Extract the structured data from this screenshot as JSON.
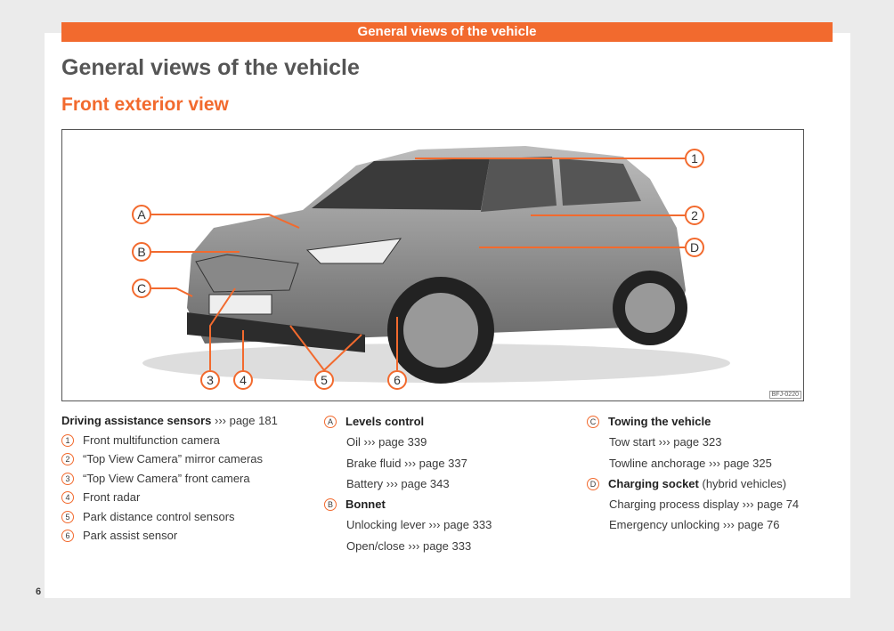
{
  "header": {
    "bar_title": "General views of the vehicle",
    "title": "General views of the vehicle",
    "subtitle": "Front exterior view"
  },
  "figure": {
    "code": "BFJ-0220",
    "callouts": [
      "1",
      "2",
      "D",
      "A",
      "B",
      "C",
      "3",
      "4",
      "5",
      "6"
    ]
  },
  "col1": {
    "heading": "Driving assistance sensors",
    "heading_ref": "››› page 181",
    "items": [
      {
        "n": "1",
        "t": "Front multifunction camera"
      },
      {
        "n": "2",
        "t": "“Top View Camera” mirror cameras"
      },
      {
        "n": "3",
        "t": "“Top View Camera” front camera"
      },
      {
        "n": "4",
        "t": "Front radar"
      },
      {
        "n": "5",
        "t": "Park distance control sensors"
      },
      {
        "n": "6",
        "t": "Park assist sensor"
      }
    ]
  },
  "col2": {
    "a": {
      "n": "A",
      "t": "Levels control",
      "items": [
        "Oil ››› page 339",
        "Brake fluid ››› page 337",
        "Battery ››› page 343"
      ]
    },
    "b": {
      "n": "B",
      "t": "Bonnet",
      "items": [
        "Unlocking lever ››› page 333",
        "Open/close ››› page 333"
      ]
    }
  },
  "col3": {
    "c": {
      "n": "C",
      "t": "Towing the vehicle",
      "items": [
        "Tow start ››› page 323",
        "Towline anchorage ››› page 325"
      ]
    },
    "d": {
      "n": "D",
      "t": "Charging socket",
      "note": "(hybrid vehicles)",
      "items": [
        "Charging process display ››› page 74",
        "Emergency unlocking ››› page 76"
      ]
    }
  },
  "page_number": "6",
  "colors": {
    "accent": "#f26a2e"
  }
}
